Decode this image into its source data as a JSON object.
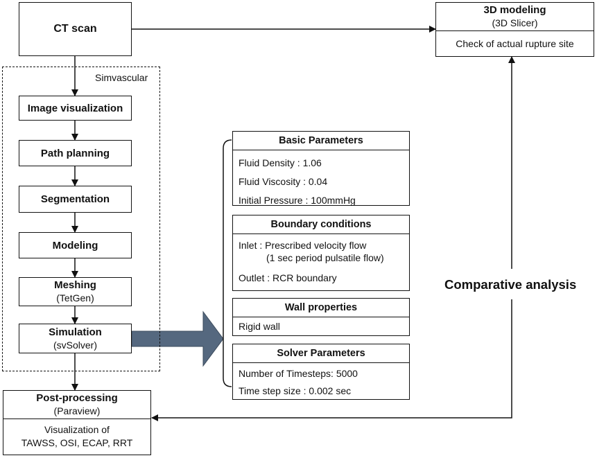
{
  "ct_scan": "CT scan",
  "simvascular_label": "Simvascular",
  "steps": {
    "image_visualization": "Image visualization",
    "path_planning": "Path planning",
    "segmentation": "Segmentation",
    "modeling": "Modeling",
    "meshing": "Meshing",
    "meshing_sub": "(TetGen)",
    "simulation": "Simulation",
    "simulation_sub": "(svSolver)"
  },
  "post_processing": {
    "title": "Post-processing",
    "sub": "(Paraview)",
    "body1": "Visualization of",
    "body2": "TAWSS, OSI, ECAP, RRT"
  },
  "modeling_3d": {
    "title": "3D modeling",
    "sub": "(3D Slicer)",
    "body": "Check of actual rupture site"
  },
  "comparative": "Comparative analysis",
  "params": {
    "basic": {
      "title": "Basic Parameters",
      "lines": [
        "Fluid Density : 1.06",
        "Fluid Viscosity : 0.04",
        "Initial Pressure : 100mmHg"
      ]
    },
    "boundary": {
      "title": "Boundary conditions",
      "line1": "Inlet : Prescribed velocity flow",
      "line2": "(1 sec period pulsatile flow)",
      "line3": "Outlet : RCR boundary"
    },
    "wall": {
      "title": "Wall properties",
      "line1": "Rigid wall"
    },
    "solver": {
      "title": "Solver Parameters",
      "lines": [
        "Number of Timesteps: 5000",
        "Time step size : 0.002 sec"
      ]
    }
  }
}
